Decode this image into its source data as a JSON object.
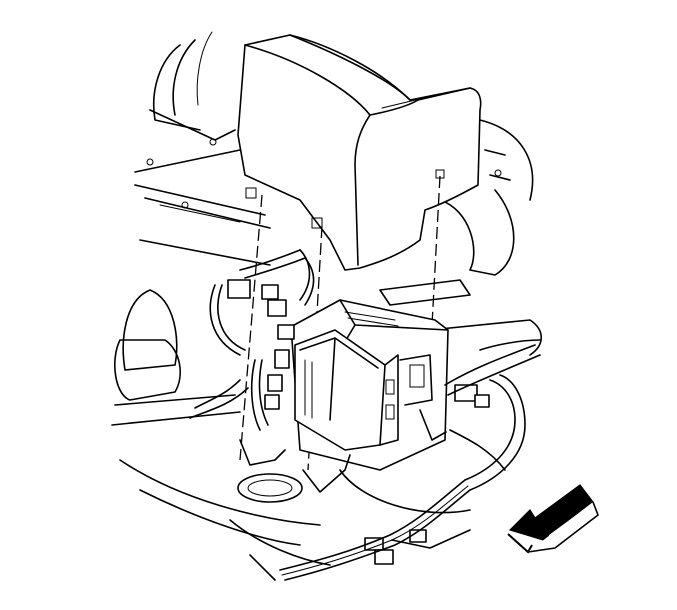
{
  "figure": {
    "parts": [
      {
        "id": "cover",
        "name": "module-cover"
      },
      {
        "id": "module",
        "name": "electronic-module"
      },
      {
        "id": "bracket",
        "name": "mounting-bracket"
      },
      {
        "id": "harness",
        "name": "wiring-harness"
      },
      {
        "id": "connectors",
        "name": "harness-connectors"
      },
      {
        "id": "floor",
        "name": "vehicle-floor-panel"
      }
    ],
    "arrow": {
      "name": "forward-direction-arrow",
      "color": "#000000"
    },
    "line_color": "#000000",
    "background": "#ffffff"
  }
}
